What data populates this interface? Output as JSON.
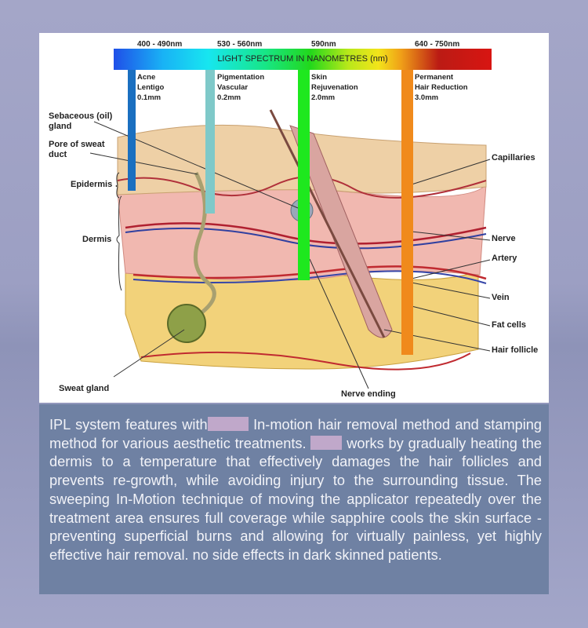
{
  "spectrum": {
    "title": "LIGHT SPECTRUM IN NANOMETRES (nm)",
    "ranges": [
      {
        "nm": "400 - 490nm",
        "lines": [
          "Acne",
          "Lentigo",
          "0.1mm"
        ],
        "color": "#1a6fc0"
      },
      {
        "nm": "530 - 560nm",
        "lines": [
          "Pigmentation",
          "Vascular",
          "0.2mm"
        ],
        "color": "#7fc9c9"
      },
      {
        "nm": "590nm",
        "lines": [
          "Skin",
          "Rejuvenation",
          "2.0mm"
        ],
        "color": "#1ee81e"
      },
      {
        "nm": "640 - 750nm",
        "lines": [
          "Permanent",
          "Hair Reduction",
          "3.0mm"
        ],
        "color": "#f08a1c"
      }
    ]
  },
  "labels_left": {
    "sebaceous": [
      "Sebaceous (oil)",
      "gland"
    ],
    "pore": [
      "Pore of sweat",
      "duct"
    ],
    "epidermis": "Epidermis",
    "dermis": "Dermis",
    "sweat_gland": "Sweat gland"
  },
  "labels_right": {
    "capillaries": "Capillaries",
    "nerve": "Nerve",
    "artery": "Artery",
    "vein": "Vein",
    "fat_cells": "Fat cells",
    "hair_follicle": "Hair follicle"
  },
  "nerve_ending": "Nerve ending",
  "description": {
    "part1": "IPL system features with",
    "part2": " In-motion hair removal method and stamping method for various aesthetic treatments. ",
    "part3": " works by gradually heating the dermis to a temperature that effectively damages the hair follicles and prevents re-growth, while avoiding injury to the surrounding tissue. The sweeping In-Motion technique of moving the applicator repeatedly over the treatment area ensures full coverage while sapphire cools the skin surface -preventing superficial burns and allowing for virtually painless, yet highly effective hair removal. no side effects in dark skinned patients."
  }
}
